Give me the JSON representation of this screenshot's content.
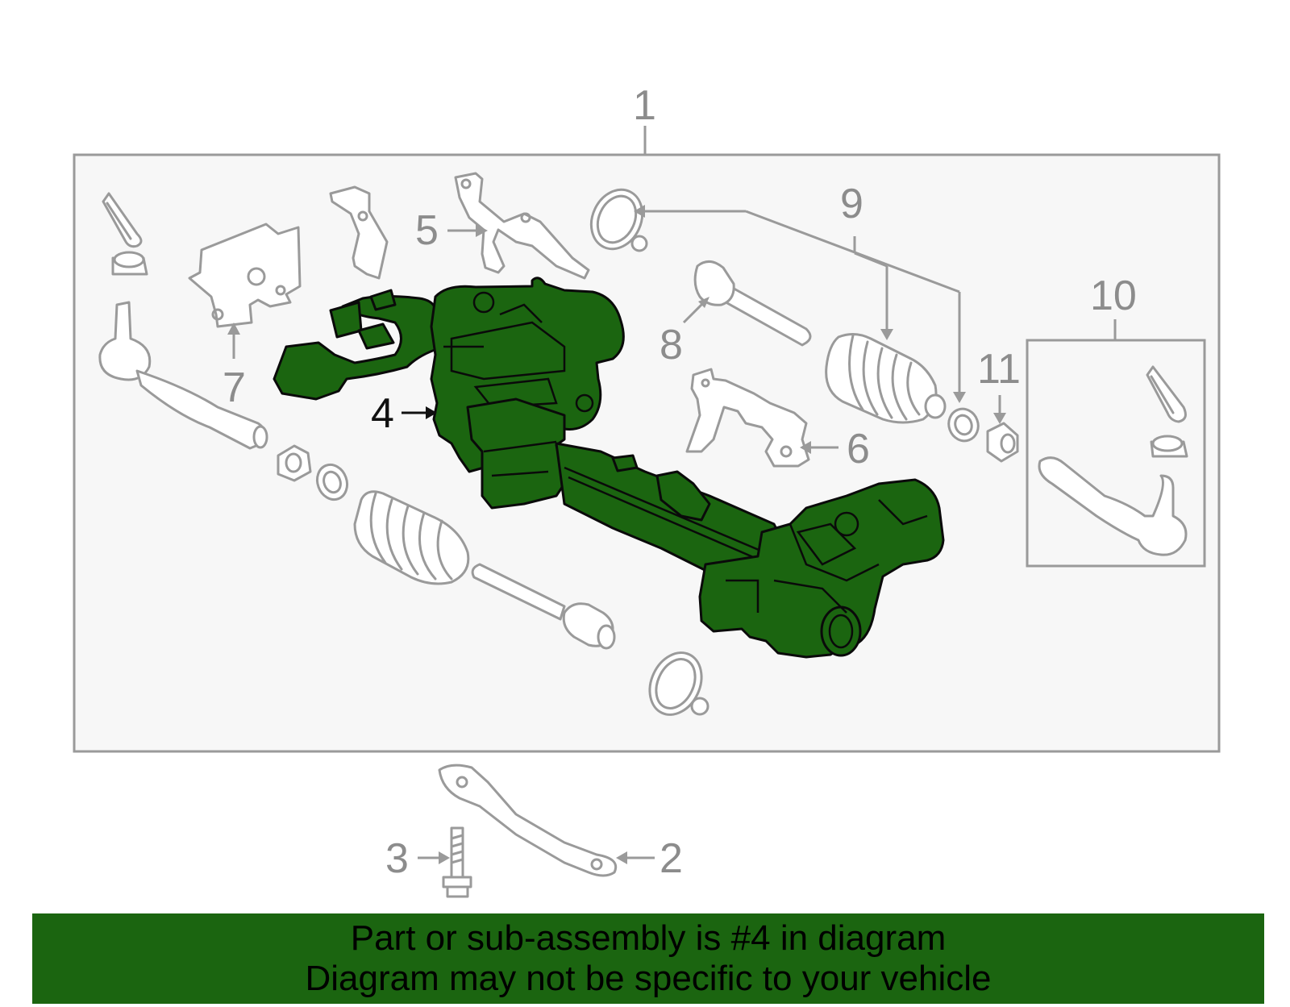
{
  "callouts": {
    "c1": "1",
    "c2": "2",
    "c3": "3",
    "c4": "4",
    "c5": "5",
    "c6": "6",
    "c7": "7",
    "c8": "8",
    "c9": "9",
    "c10": "10",
    "c11": "11"
  },
  "highlighted_callout": "4",
  "colors": {
    "highlight": "#1b6510",
    "line_gray": "#9a9a9a",
    "banner_bg": "#1b6510"
  },
  "banner": {
    "line1": "Part or sub-assembly is #4 in diagram",
    "line2": "Diagram may not be specific to your vehicle"
  }
}
